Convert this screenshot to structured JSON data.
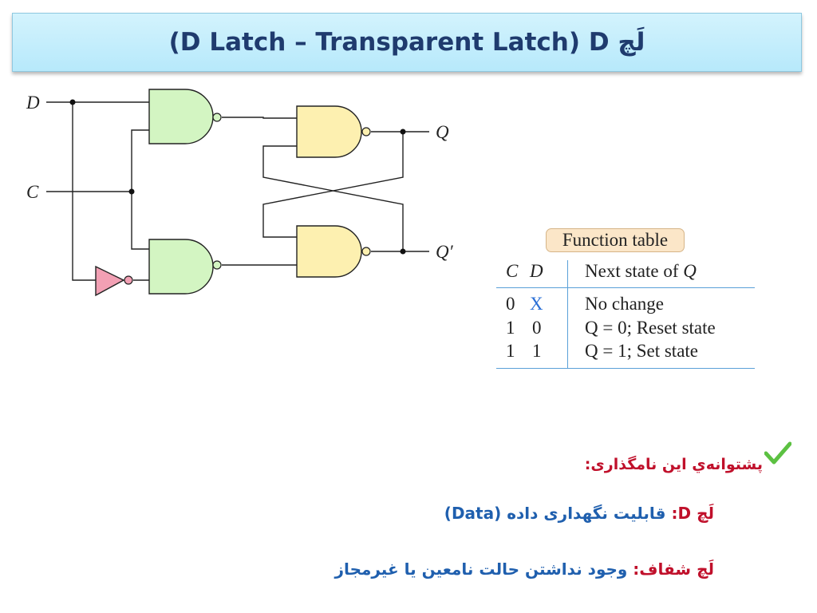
{
  "slide": {
    "title": "(D Latch – Transparent Latch) D لَچ"
  },
  "circuit": {
    "inputs": {
      "d": "D",
      "c": "C"
    },
    "outputs": {
      "q": "Q",
      "q_prime": "Q′"
    }
  },
  "function_table": {
    "caption": "Function table",
    "headers": {
      "c": "C",
      "d": "D",
      "next_state_prefix": "Next state of",
      "next_state_var": "Q"
    },
    "rows": [
      {
        "c": "0",
        "d": "X",
        "next": "No change"
      },
      {
        "c": "1",
        "d": "0",
        "next": "Q = 0; Reset state"
      },
      {
        "c": "1",
        "d": "1",
        "next": "Q = 1; Set state"
      }
    ]
  },
  "notes": {
    "heading": "پشتوانه‌ي اين نامگذاری:",
    "line1_term": "لَچ D",
    "line1_sep": ": ",
    "line1_desc": "قابليت نگهداری داده (Data)",
    "line2_term": "لَچ شفاف",
    "line2_sep": ": ",
    "line2_desc": "وجود نداشتن حالت نامعين يا غيرمجاز"
  },
  "colors": {
    "title_text": "#1f3b6e",
    "and_gate_fill": "#d3f5c2",
    "nand_gate_fill": "#fdf0b0",
    "inverter_fill": "#f2a0b4",
    "note_red": "#c0102b",
    "note_blue": "#1f5fae",
    "check_green": "#5cc142"
  },
  "icons": {
    "check": "check-icon"
  }
}
